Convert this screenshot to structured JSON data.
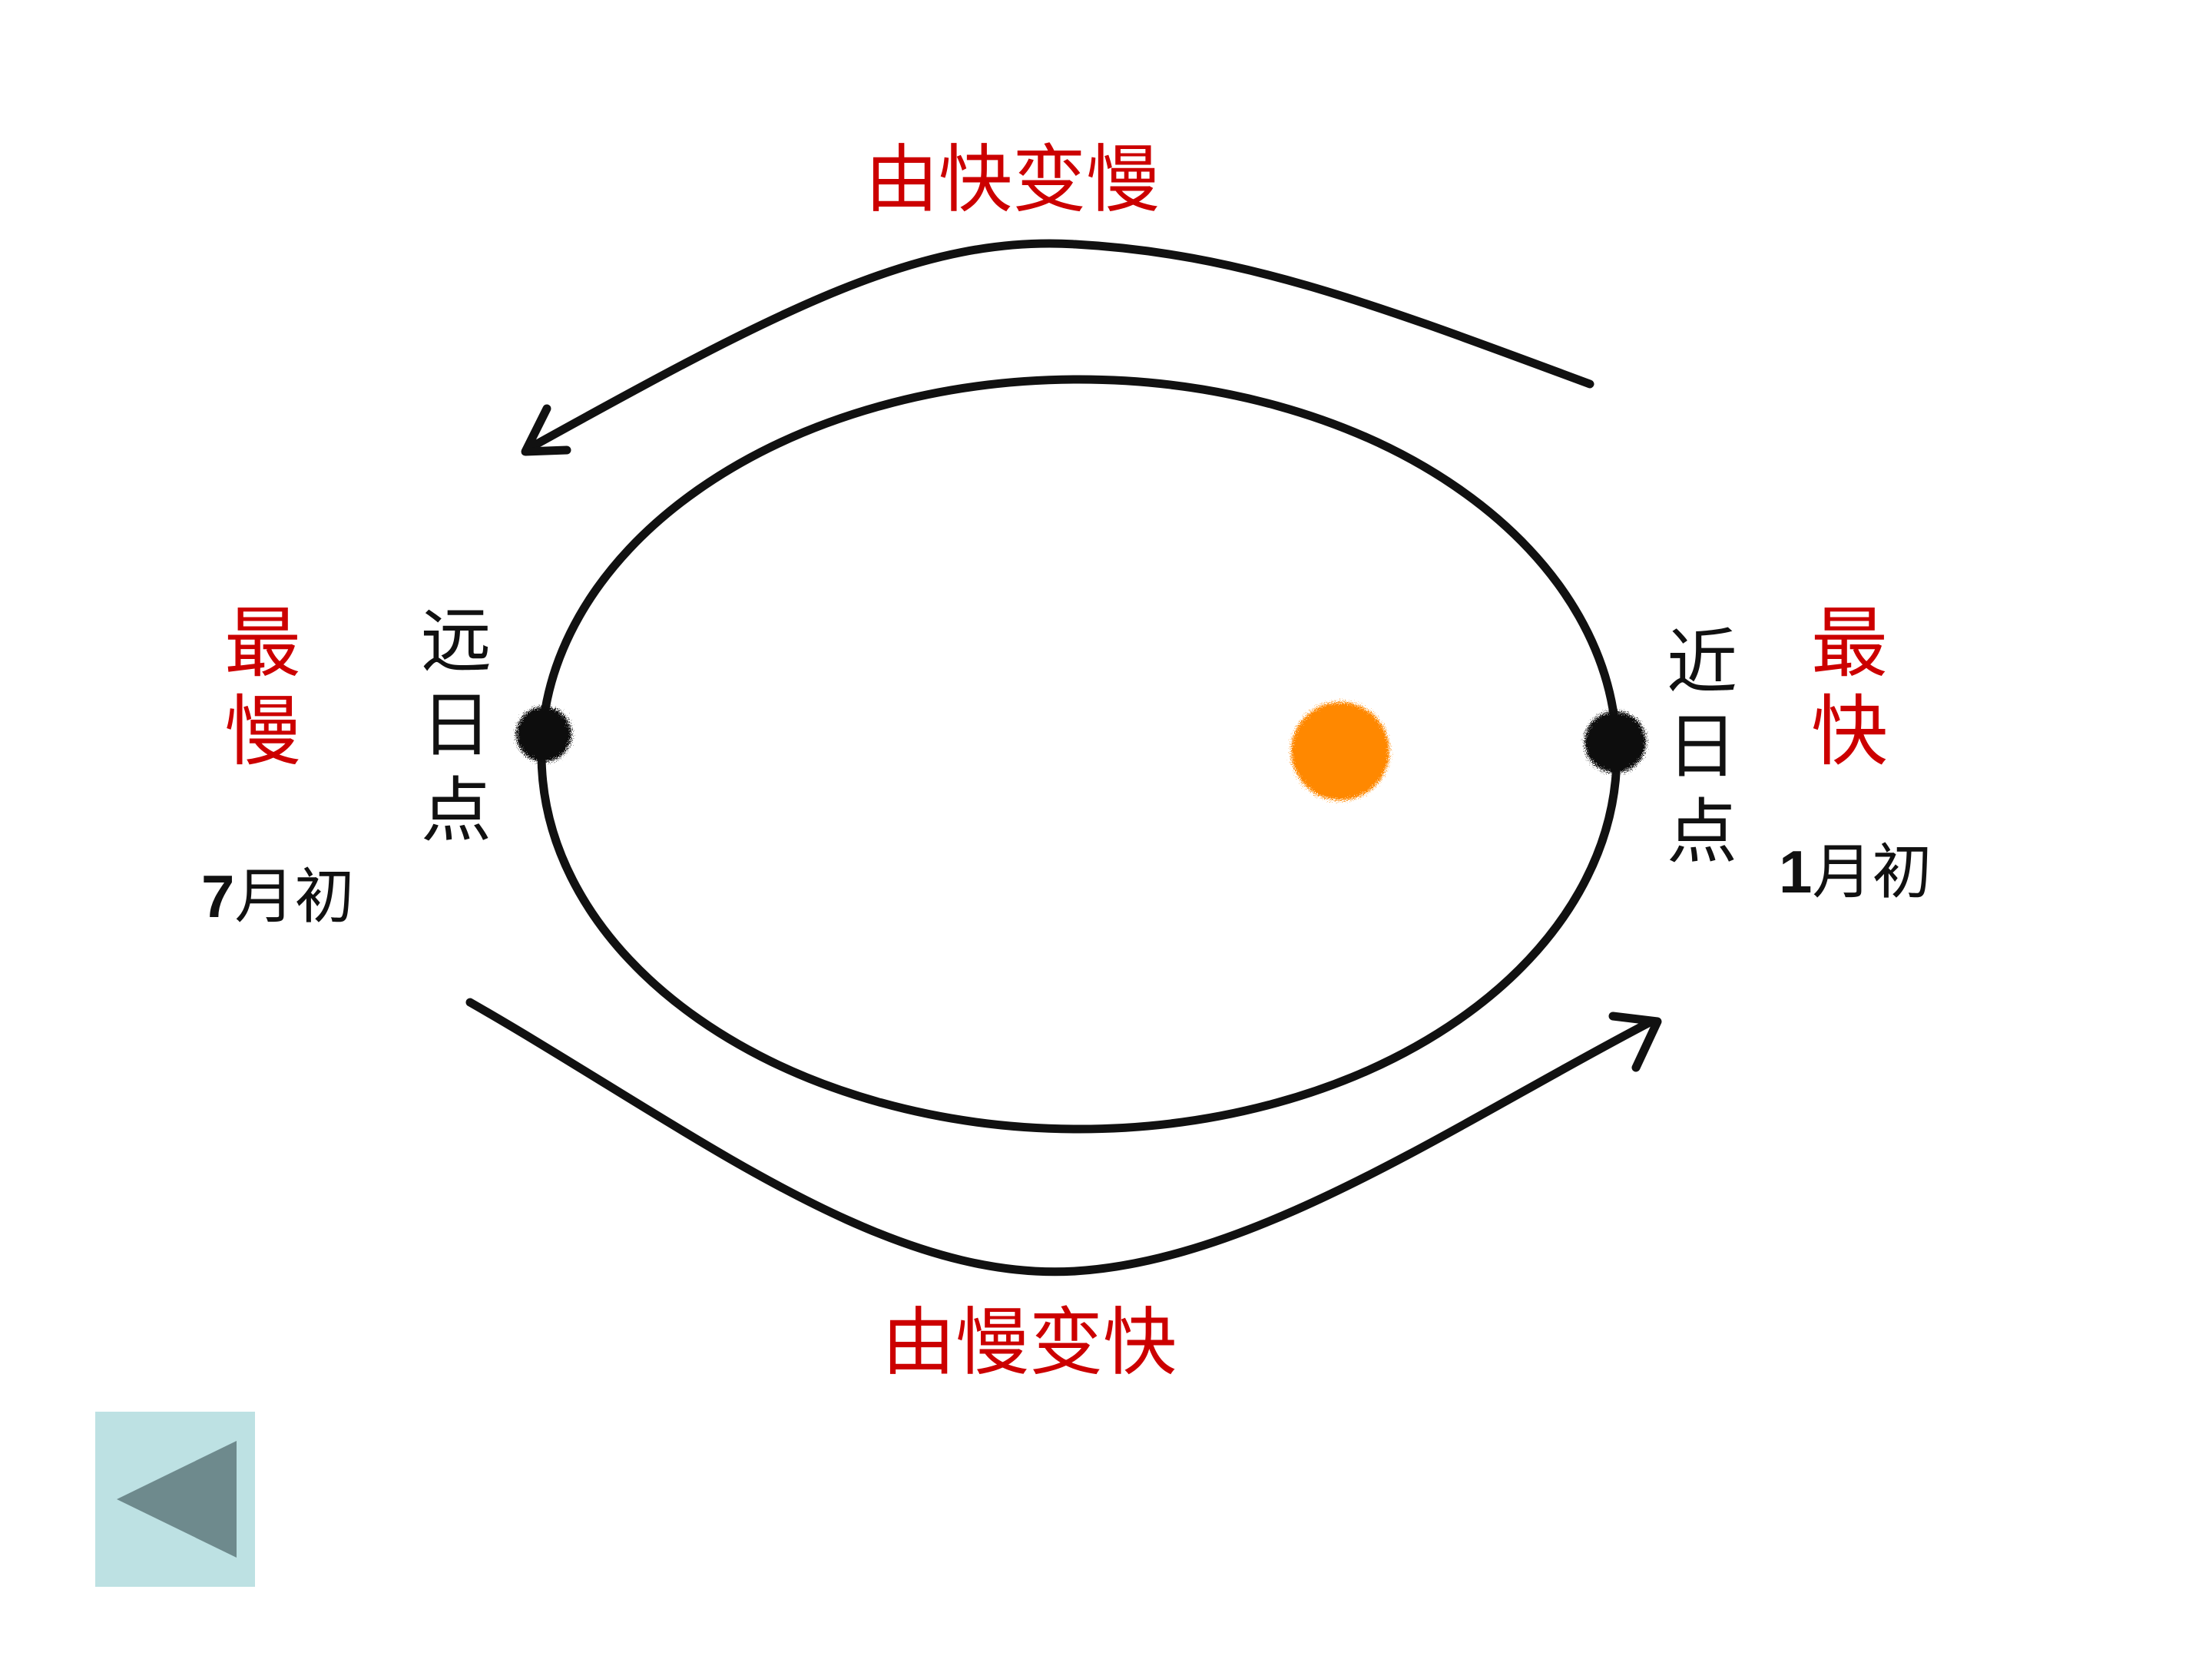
{
  "top_caption": "由快变慢",
  "bottom_caption": "由慢变快",
  "aphelion": {
    "speed_label": "最慢",
    "point_label": "远日点",
    "date_number": "7",
    "date_suffix": "月初"
  },
  "perihelion": {
    "speed_label": "最快",
    "point_label": "近日点",
    "date_number": "1",
    "date_suffix": "月初"
  },
  "colors": {
    "accent": "#cc0000",
    "sun": "#ff8800",
    "earth": "#111111",
    "nav_bg": "#bde1e3",
    "nav_arrow": "#6e8a8d"
  },
  "icons": {
    "sun": "sun-icon",
    "earth": "earth-icon",
    "back": "back-arrow-icon"
  }
}
